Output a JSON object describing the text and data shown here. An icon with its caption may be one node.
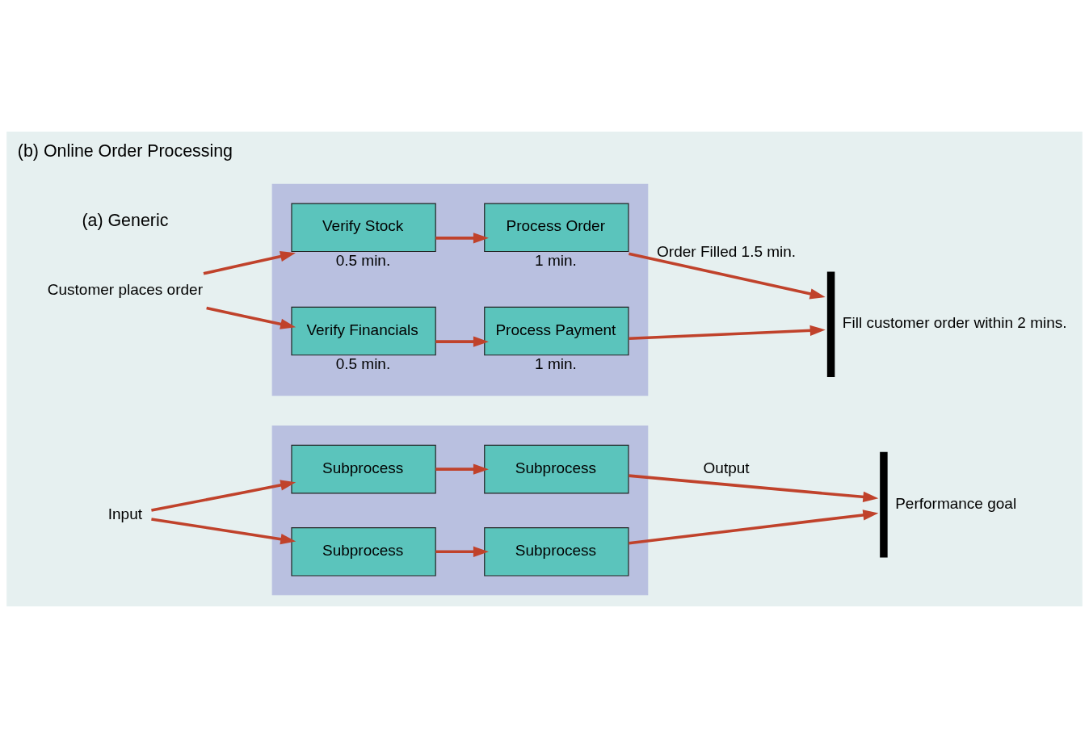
{
  "diagram": {
    "nodes": [
      {
        "text": [
          "Input"
        ]
      },
      {
        "text": [],
        "shape": "box"
      },
      {
        "text": [
          "Subprocess"
        ],
        "in": 1
      },
      {
        "text": [
          "Subprocess"
        ],
        "in": 1
      },
      {
        "text": [
          "Subprocess"
        ],
        "in": 1
      },
      {
        "text": [
          "Subprocess"
        ],
        "in": 1
      },
      {
        "text": [],
        "shape": "bar",
        "beside": [
          "Performance goal"
        ]
      },
      {
        "text": [
          "Customer places order"
        ]
      },
      {
        "text": [],
        "shape": "box"
      },
      {
        "text": [
          "Verify Stock"
        ],
        "in": 8,
        "beside": [
          "0.5 min."
        ]
      },
      {
        "text": [
          "Process Order"
        ],
        "in": 8,
        "beside": [
          "1 min."
        ]
      },
      {
        "text": [
          "Verify Financials"
        ],
        "in": 8,
        "beside": [
          "0.5 min."
        ]
      },
      {
        "text": [
          "Process Payment"
        ],
        "in": 8,
        "beside": [
          "1 min."
        ]
      },
      {
        "text": [],
        "shape": "bar",
        "beside": [
          "Fill customer order within 2 mins."
        ]
      }
    ],
    "edges": [
      {
        "from": 0,
        "to": 2,
        "arrow": "to"
      },
      {
        "from": 0,
        "to": 4,
        "arrow": "to"
      },
      {
        "from": 2,
        "to": 3,
        "arrow": "to"
      },
      {
        "from": 4,
        "to": 5,
        "arrow": "to"
      },
      {
        "from": 3,
        "to": 6,
        "arrow": "to",
        "label": "Output"
      },
      {
        "from": 5,
        "to": 6,
        "arrow": "to"
      },
      {
        "from": 7,
        "to": 9,
        "arrow": "to"
      },
      {
        "from": 7,
        "to": 11,
        "arrow": "to"
      },
      {
        "from": 9,
        "to": 10,
        "arrow": "to"
      },
      {
        "from": 11,
        "to": 12,
        "arrow": "to"
      },
      {
        "from": 10,
        "to": 13,
        "arrow": "to",
        "label": "Order Filled 1.5 min."
      },
      {
        "from": 12,
        "to": 13,
        "arrow": "to"
      }
    ],
    "labels": [
      "(a) Generic",
      "(b) Online Order Processing"
    ]
  }
}
